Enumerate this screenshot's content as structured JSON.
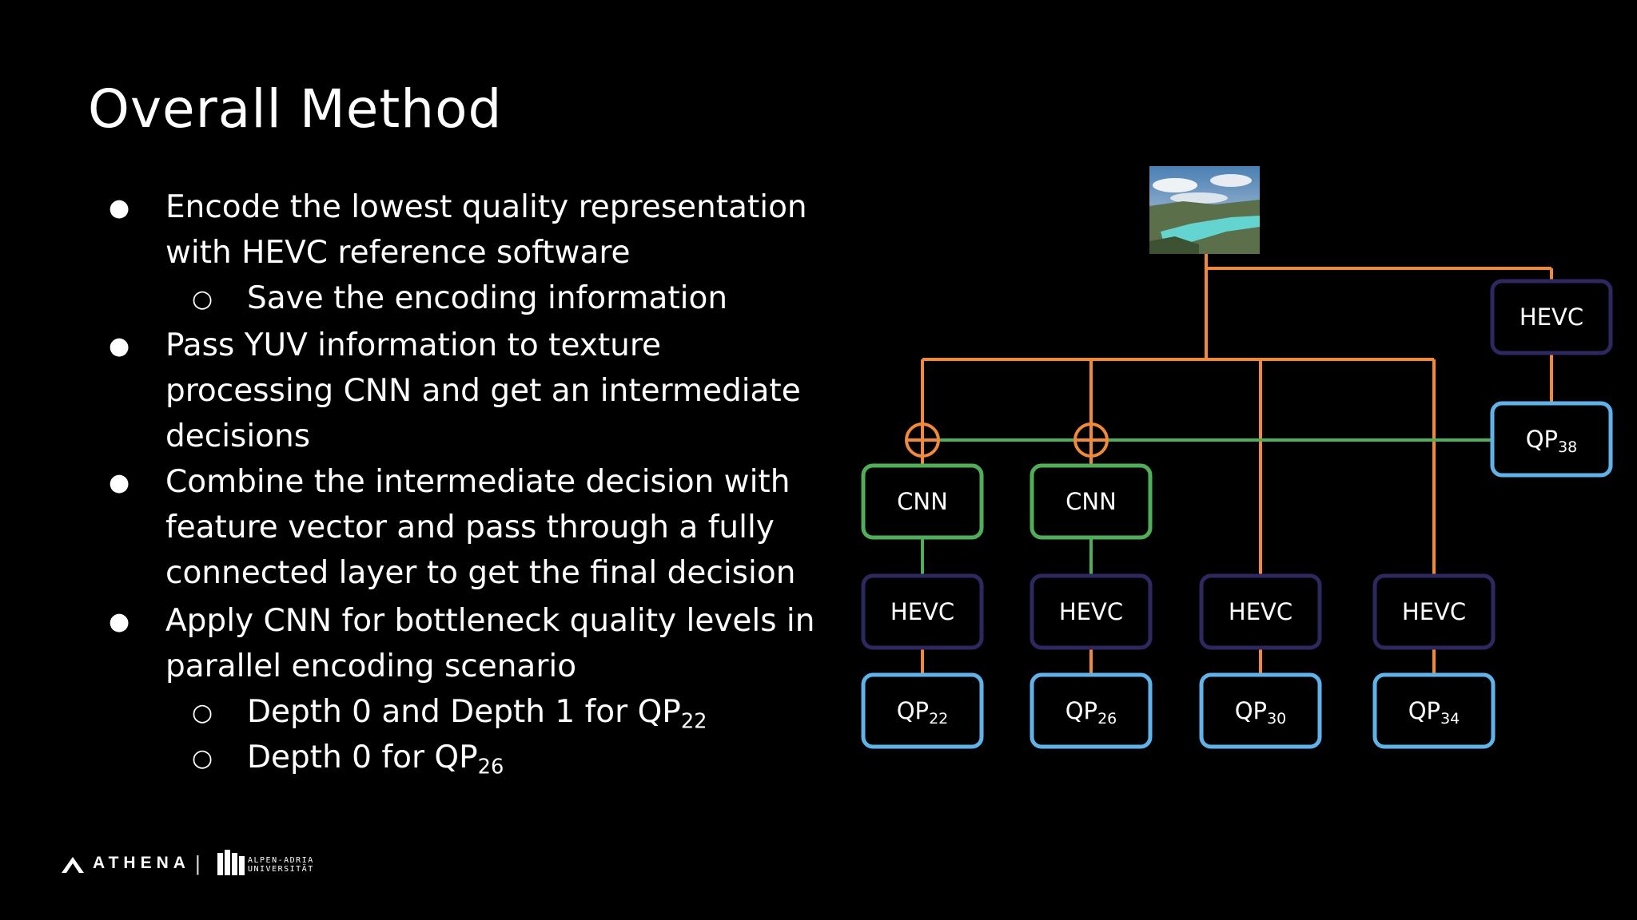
{
  "slide": {
    "title": "Overall Method"
  },
  "bullets": [
    {
      "level": 1,
      "lines": [
        "Encode the lowest quality representation",
        "with HEVC reference software"
      ]
    },
    {
      "level": 2,
      "lines": [
        "Save the encoding information"
      ]
    },
    {
      "level": 1,
      "lines": [
        "Pass YUV information to texture",
        "processing CNN and get an intermediate",
        "decisions"
      ]
    },
    {
      "level": 1,
      "lines": [
        "Combine the intermediate decision with",
        "feature vector and pass through a fully",
        "connected layer to get the final decision"
      ]
    },
    {
      "level": 1,
      "lines": [
        "Apply CNN for bottleneck quality levels in",
        "parallel encoding scenario"
      ]
    },
    {
      "level": 2,
      "lines": [
        "Depth 0 and Depth 1 for QP"
      ],
      "sub": "22"
    },
    {
      "level": 2,
      "lines": [
        "Depth 0 for QP"
      ],
      "sub": "26"
    }
  ],
  "bullet_symbols": {
    "level1": "●",
    "level2": "○"
  },
  "diagram": {
    "input_image": "landscape-thumbnail",
    "colors": {
      "orange": "#f08a3a",
      "green": "#4fae57",
      "navy": "#2e2860",
      "blue": "#5fb3ea"
    },
    "top_branch": {
      "hevc": "HEVC",
      "qp": "QP",
      "qp_sub": "38"
    },
    "branches": [
      {
        "cnn": "CNN",
        "hevc": "HEVC",
        "qp": "QP",
        "qp_sub": "22"
      },
      {
        "cnn": "CNN",
        "hevc": "HEVC",
        "qp": "QP",
        "qp_sub": "26"
      },
      {
        "cnn": null,
        "hevc": "HEVC",
        "qp": "QP",
        "qp_sub": "30"
      },
      {
        "cnn": null,
        "hevc": "HEVC",
        "qp": "QP",
        "qp_sub": "34"
      }
    ]
  },
  "footer": {
    "athena": "ATHENA",
    "divider": "|",
    "aau_line1": "ALPEN-ADRIA",
    "aau_line2": "UNIVERSITÄT"
  }
}
